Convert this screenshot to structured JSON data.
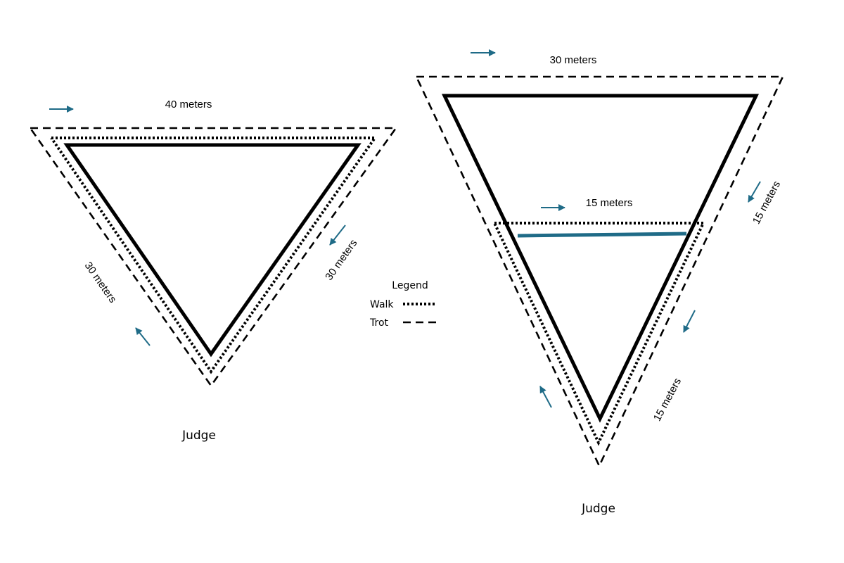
{
  "colors": {
    "line": "#000000",
    "accent": "#1f6b87",
    "background": "#ffffff"
  },
  "left_arena": {
    "top_label": "40 meters",
    "left_label": "30 meters",
    "right_label": "30 meters",
    "judge_label": "Judge",
    "direction_arrows": [
      "arrow-right",
      "arrow-down-left",
      "arrow-up-left"
    ]
  },
  "right_arena": {
    "top_label": "30 meters",
    "middle_label": "15 meters",
    "upper_right_label": "15 meters",
    "lower_right_label": "15 meters",
    "judge_label": "Judge",
    "direction_arrows": [
      "arrow-right",
      "arrow-right",
      "arrow-down-left",
      "arrow-down-left",
      "arrow-up-left"
    ]
  },
  "legend": {
    "title": "Legend",
    "items": [
      {
        "label": "Walk",
        "line_style": "dotted"
      },
      {
        "label": "Trot",
        "line_style": "dashed"
      }
    ]
  }
}
